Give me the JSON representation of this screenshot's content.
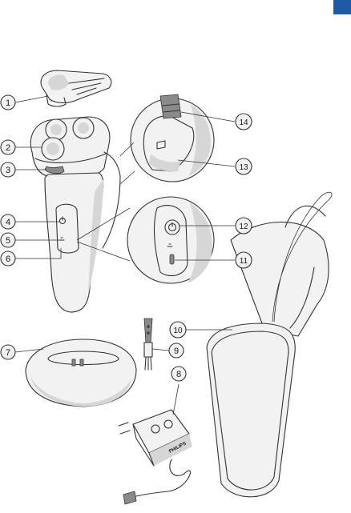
{
  "page": {
    "corner_tab_color": "#1d5aa6"
  },
  "callouts": [
    {
      "number": "1",
      "part": "protection-cap"
    },
    {
      "number": "2",
      "part": "shaving-heads"
    },
    {
      "number": "3",
      "part": "shaving-unit-release-button"
    },
    {
      "number": "4",
      "part": "on-off-button"
    },
    {
      "number": "5",
      "part": "charging-light"
    },
    {
      "number": "6",
      "part": "battery-low-light"
    },
    {
      "number": "7",
      "part": "charging-stand"
    },
    {
      "number": "8",
      "part": "adapter"
    },
    {
      "number": "9",
      "part": "cleaning-brush"
    },
    {
      "number": "10",
      "part": "pouch"
    },
    {
      "number": "11",
      "part": "battery-indicator"
    },
    {
      "number": "12",
      "part": "on-off-button-detail"
    },
    {
      "number": "13",
      "part": "trimmer-slide"
    },
    {
      "number": "14",
      "part": "trimmer"
    }
  ],
  "adapter_brand": "PHILIPS"
}
